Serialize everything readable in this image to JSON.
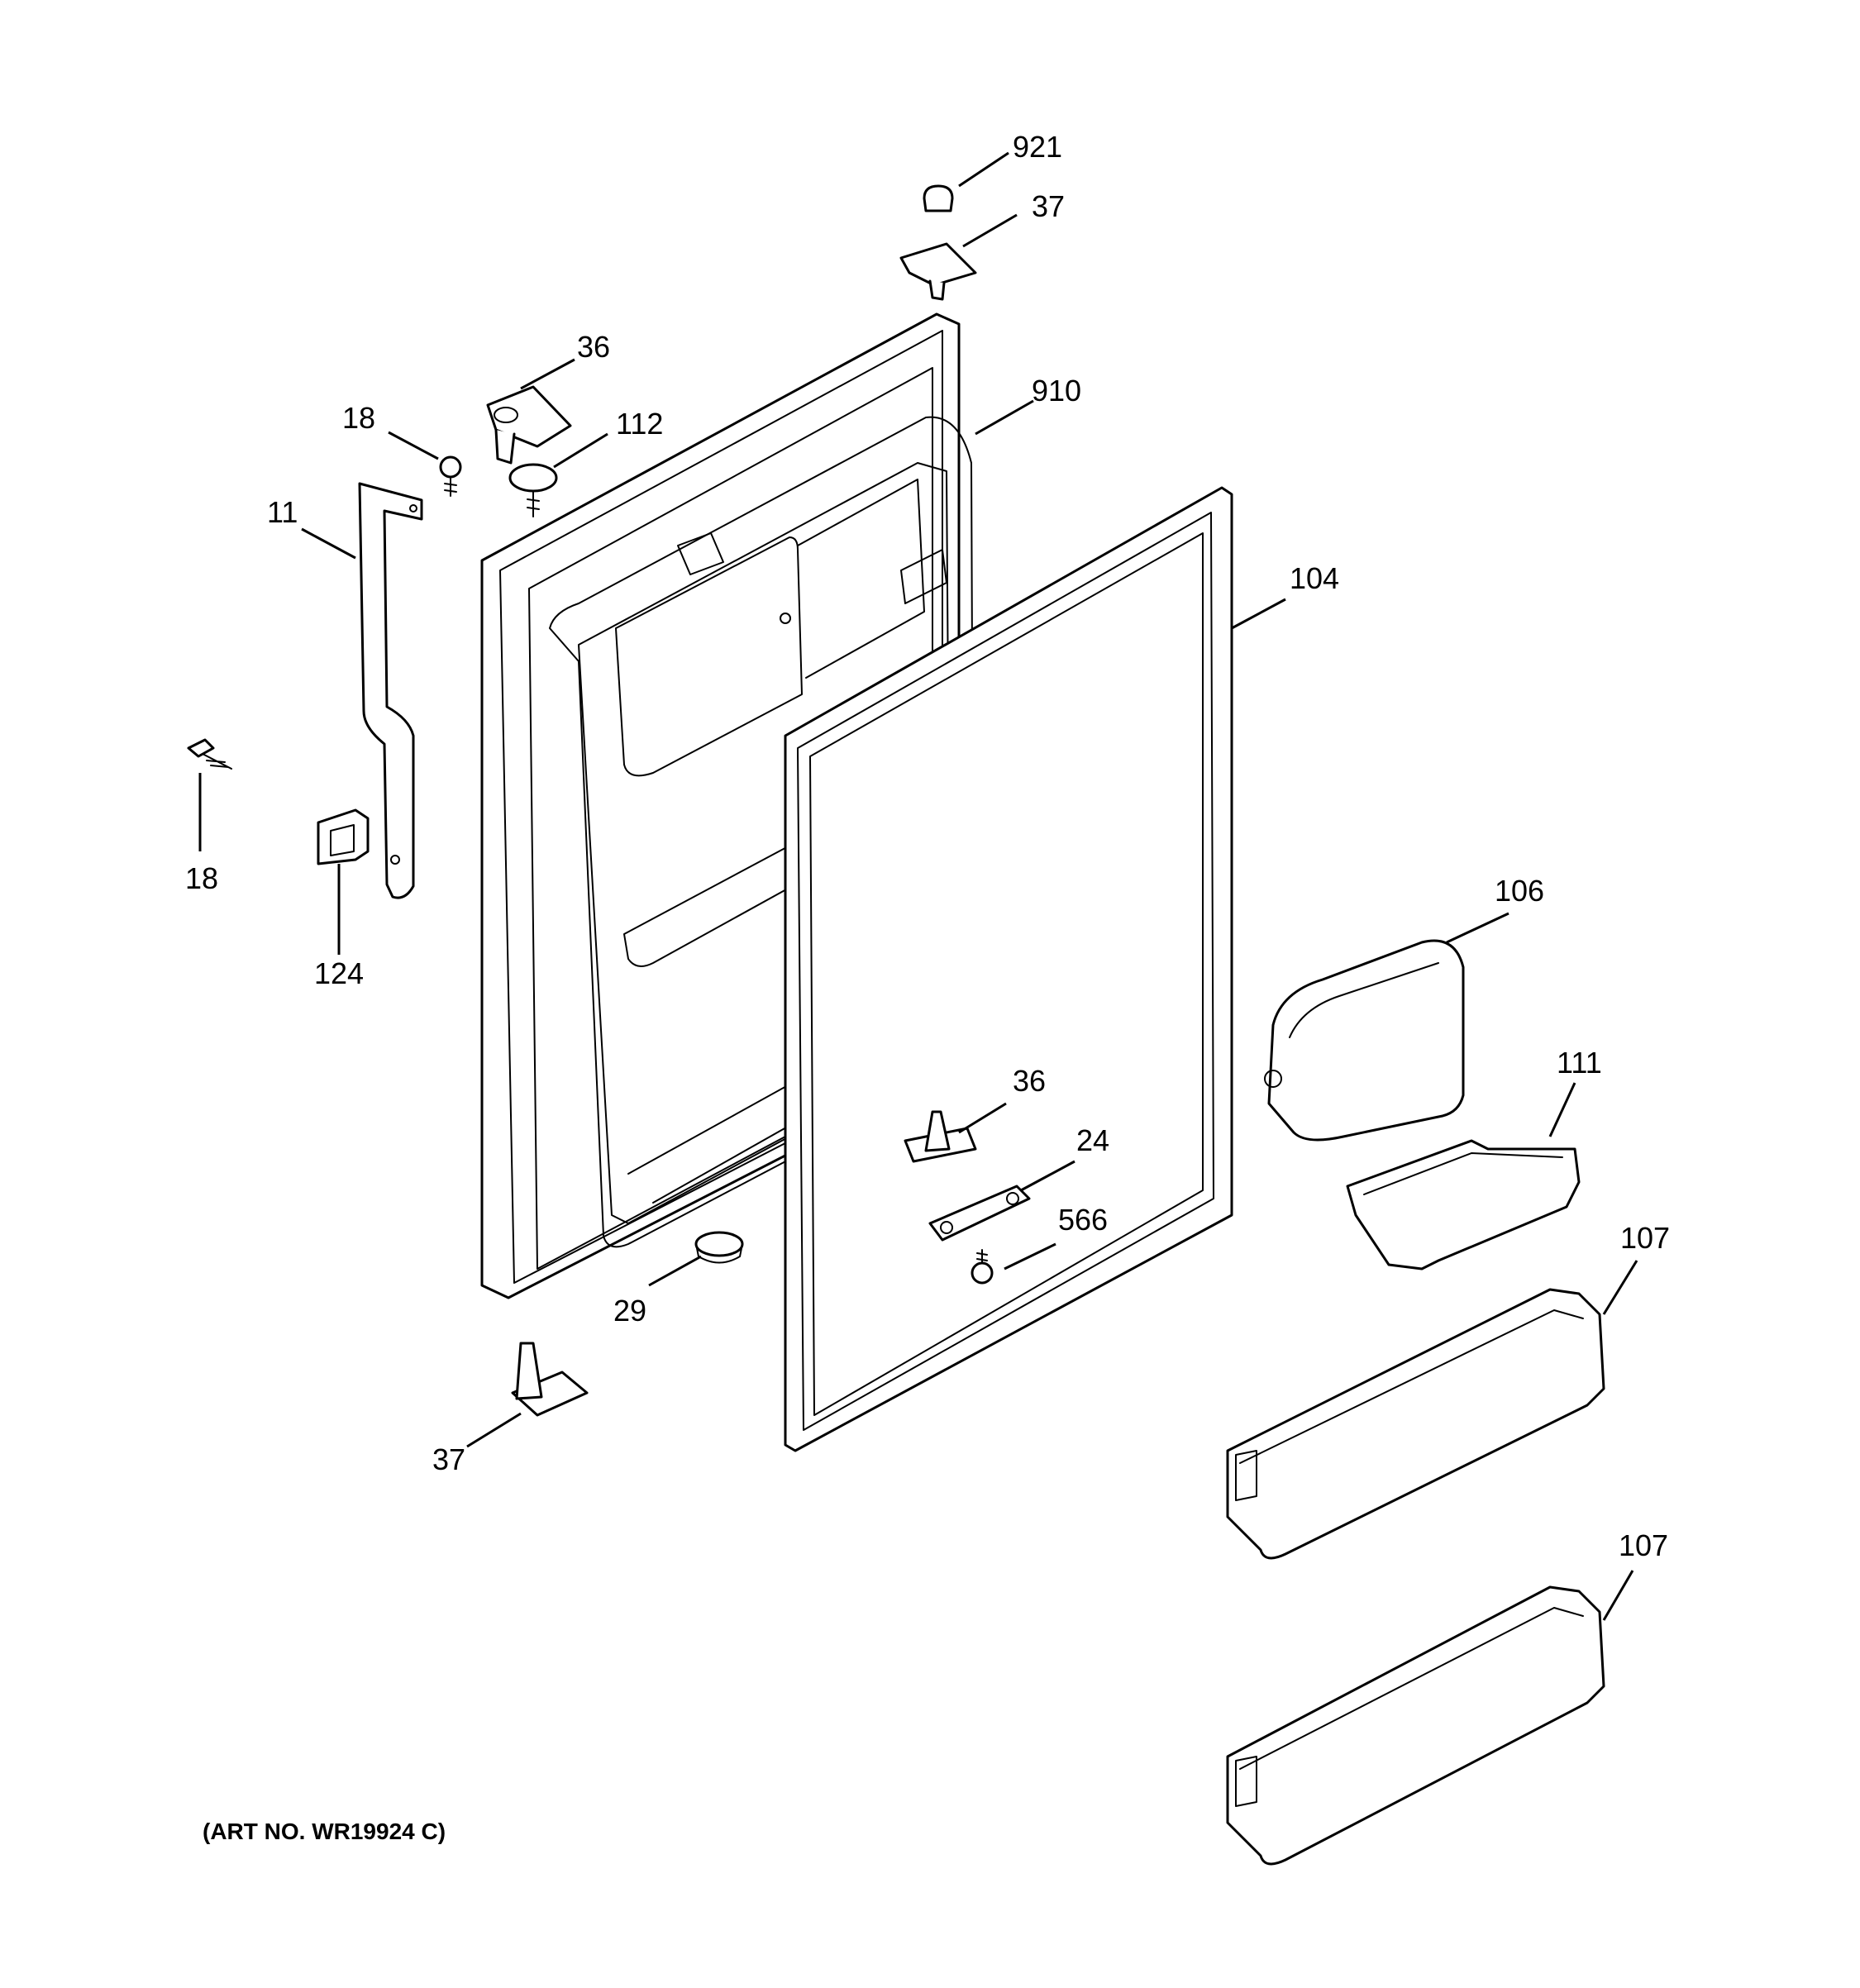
{
  "diagram": {
    "art_number": "(ART NO. WR19924 C)",
    "callouts": {
      "c921": "921",
      "c37_top": "37",
      "c36_top": "36",
      "c910": "910",
      "c18_top": "18",
      "c112": "112",
      "c11": "11",
      "c104": "104",
      "c18_left": "18",
      "c124": "124",
      "c106": "106",
      "c111": "111",
      "c36_bottom": "36",
      "c24": "24",
      "c566": "566",
      "c107_a": "107",
      "c29": "29",
      "c37_bottom": "37",
      "c107_b": "107"
    }
  }
}
